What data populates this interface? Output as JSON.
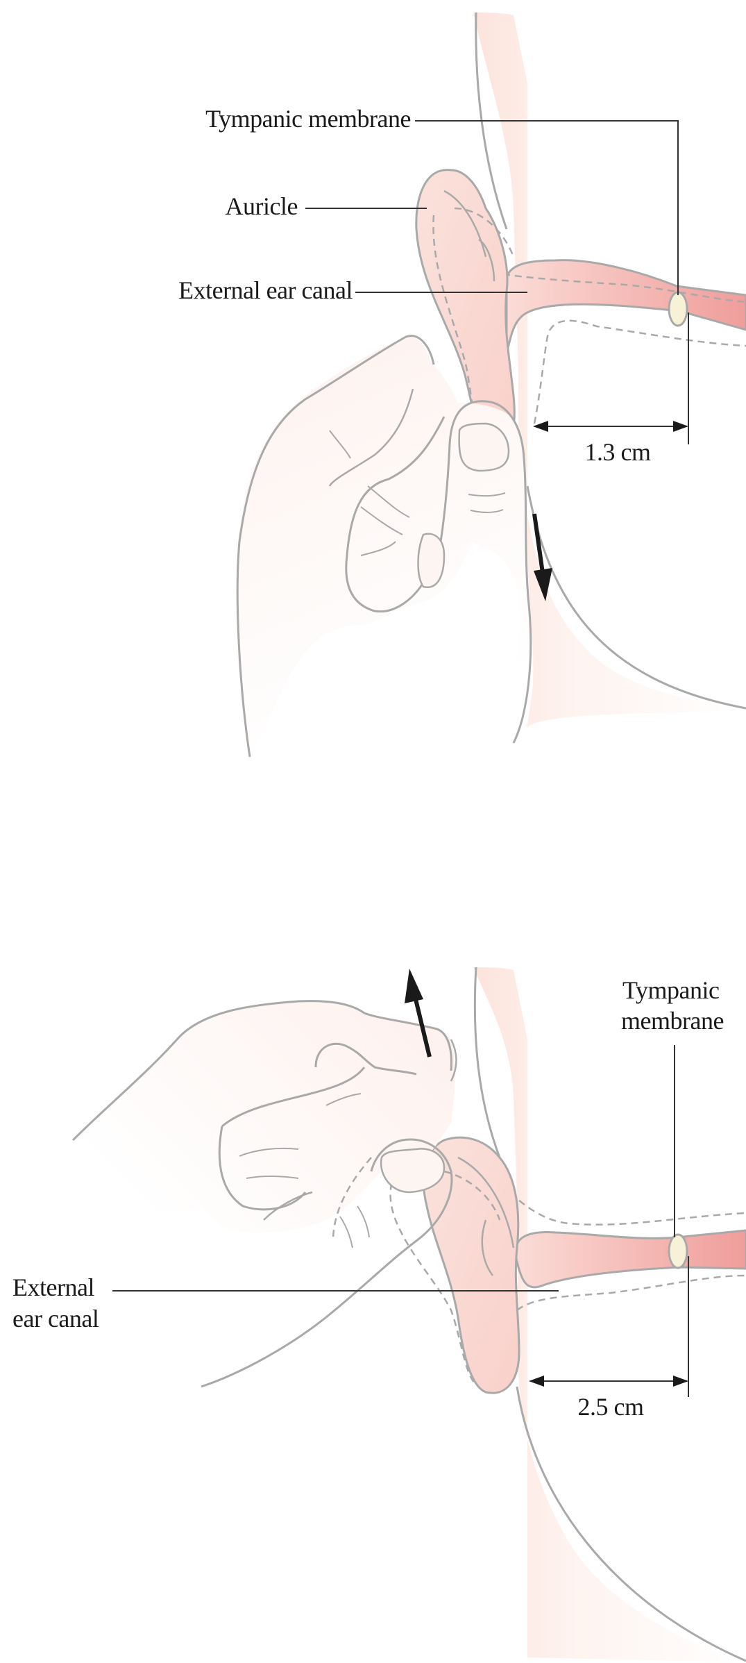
{
  "colors": {
    "outline": "#a9a9a9",
    "skin_light": "#fdeee9",
    "canal_pink": "#f4b8b5",
    "canal_dark": "#ef9a9a",
    "membrane": "#f7f1d8",
    "leader": "#333333",
    "arrow": "#1a1a1a"
  },
  "top_panel": {
    "labels": {
      "tympanic_membrane": "Tympanic membrane",
      "auricle": "Auricle",
      "external_ear_canal": "External ear canal",
      "measurement": "1.3 cm"
    },
    "pull_direction": "down"
  },
  "bottom_panel": {
    "labels": {
      "tympanic_line1": "Tympanic",
      "tympanic_line2": "membrane",
      "canal_line1": "External",
      "canal_line2": "ear canal",
      "measurement": "2.5 cm"
    },
    "pull_direction": "up"
  },
  "icons": {
    "pull_down_arrow": "arrow-down",
    "pull_up_arrow": "arrow-up"
  }
}
